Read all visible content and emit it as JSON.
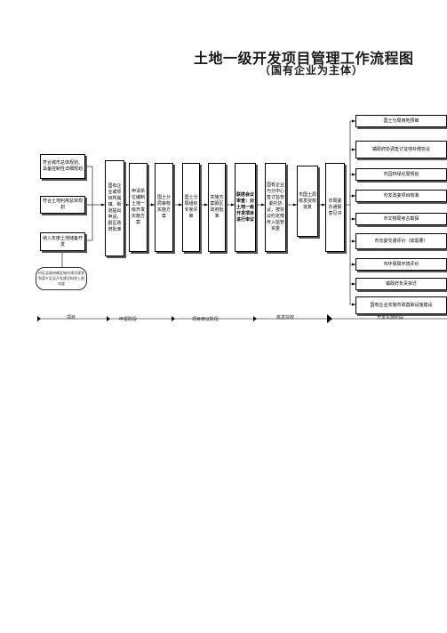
{
  "header": {
    "title": "土地一级开发项目管理工作流程图",
    "subtitle": "（国有企业为主体）"
  },
  "preconditions": [
    "符合城市总体规划、具备控制性详细规划",
    "符合土地利用总体规划",
    "纳入年度土地储备开发"
  ],
  "note": "市区县政府确定城市建设规划和某乡区县开发建设拟地上报年度",
  "steps": [
    "国有企业或项目所属镇、街道提出申请，报区政府批准",
    "申请单位编制土地一级开发实施方案",
    "国土分局审核实施方案",
    "国土分局组织专家评审",
    "实施方案报区政府批准",
    "联席会议审查：对土地一级开发项目进行审议",
    "国有企业与分中心签订监管委托协议，按协议约定缴存入监管资金",
    "市国土局核发授权批复",
    "市局委办通报意见书"
  ],
  "parallel_tasks": [
    "国土分局用地预审",
    "镇政府协调签订征地补偿协议",
    "市园林绿化局规划",
    "市发改委项目核准",
    "市文物局考古勘探",
    "市交委交通评价（如需要）",
    "市环保局环境评价",
    "镇政府负责拆迁",
    "国有企业实施市政基础设施建设"
  ],
  "stages": [
    "项目",
    "申报阶段",
    "项目审议阶段",
    "核发授权",
    "开发实施阶段"
  ],
  "colors": {
    "line": "#000000",
    "note_border": "#333333"
  }
}
